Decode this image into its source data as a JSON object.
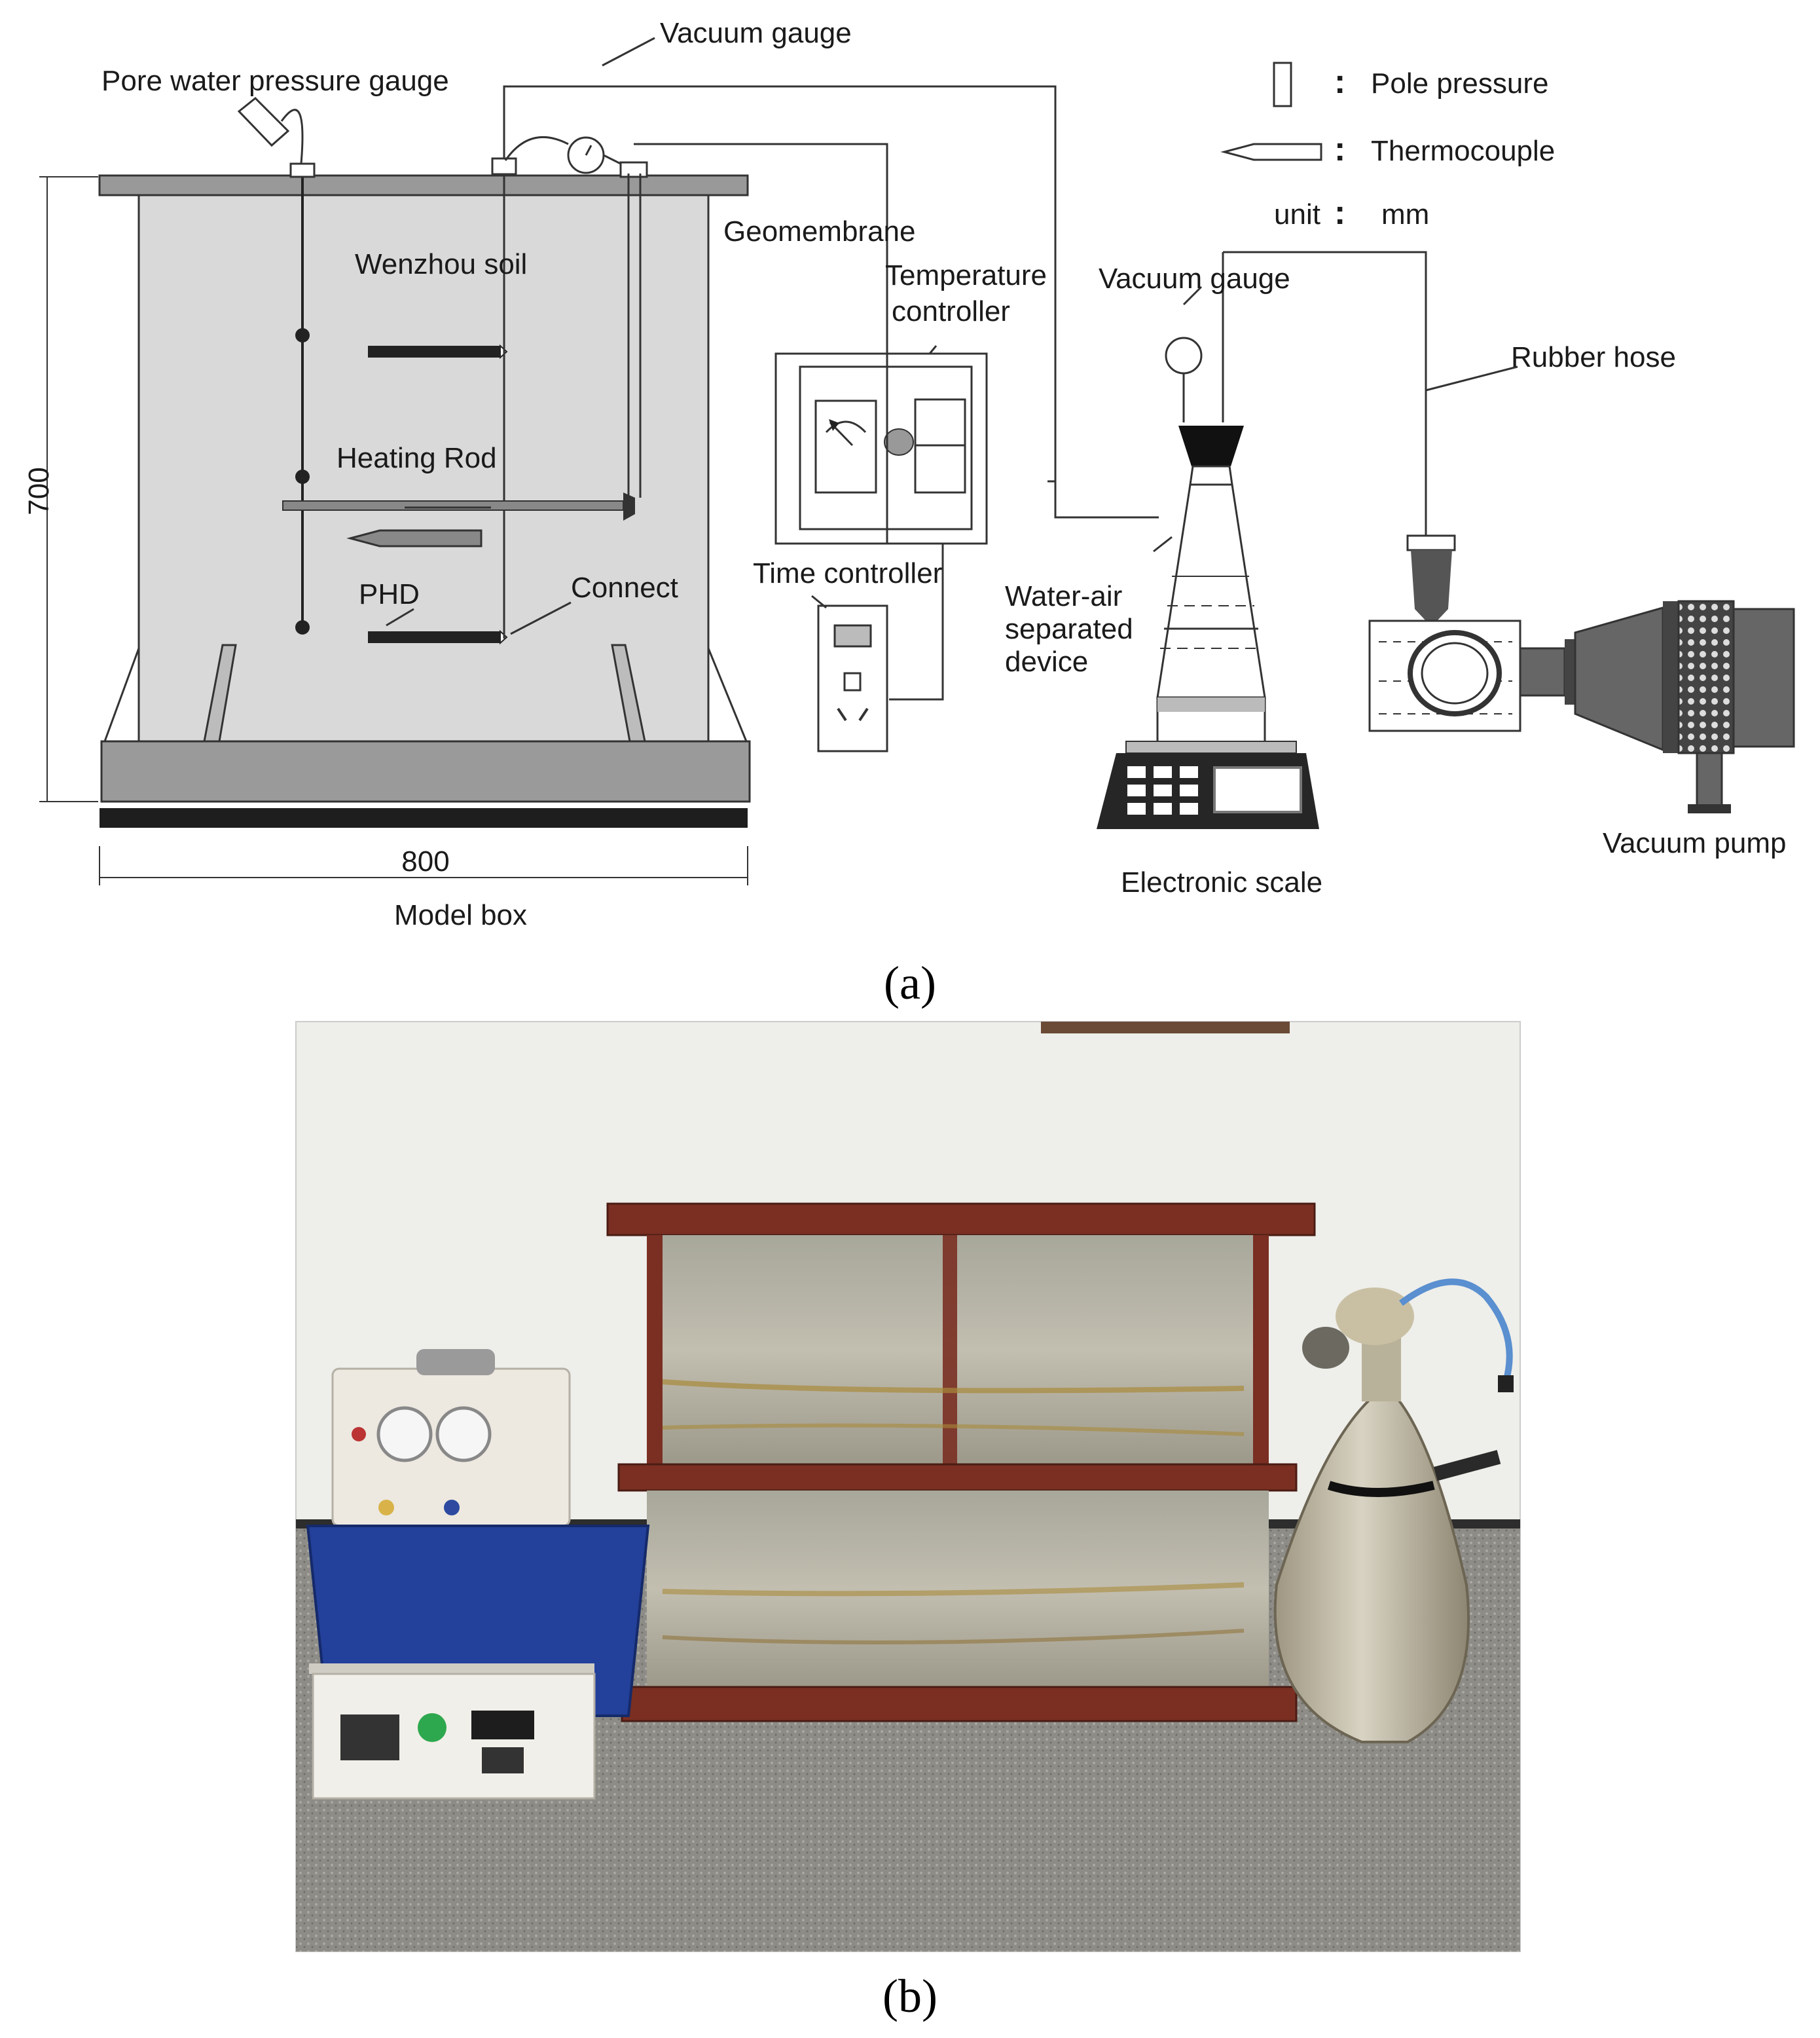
{
  "panel_a": {
    "caption": "(a)",
    "labels": {
      "pore_water_pressure_gauge": "Pore water pressure gauge",
      "vacuum_gauge_top": "Vacuum gauge",
      "wenzhou_soil": "Wenzhou soil",
      "heating_rod": "Heating Rod",
      "phd": "PHD",
      "connect": "Connect",
      "geomembrane": "Geomembrane",
      "temperature_controller_1": "Temperature",
      "temperature_controller_2": "controller",
      "time_controller": "Time controller",
      "vacuum_gauge_right": "Vacuum gauge",
      "water_air_1": "Water-air",
      "water_air_2": "separated",
      "water_air_3": "device",
      "electronic_scale": "Electronic scale",
      "rubber_hose": "Rubber hose",
      "vacuum_pump": "Vacuum pump",
      "model_box": "Model box",
      "dim_height": "700",
      "dim_width": "800"
    },
    "legend": {
      "colon": ":",
      "pole_pressure": "Pole pressure",
      "thermocouple": "Thermocouple",
      "unit_label": "unit",
      "unit_value": "mm"
    }
  },
  "panel_b": {
    "caption": "(b)"
  },
  "colors": {
    "box_fill": "#d9d9d9",
    "box_frame": "#9a9a9a",
    "dark": "#2a2a2a",
    "wall": "#eeeeea",
    "floor": "#8e8d88",
    "rust": "#7a2f22",
    "steel": "#b9b6a8",
    "blue": "#23409a"
  }
}
